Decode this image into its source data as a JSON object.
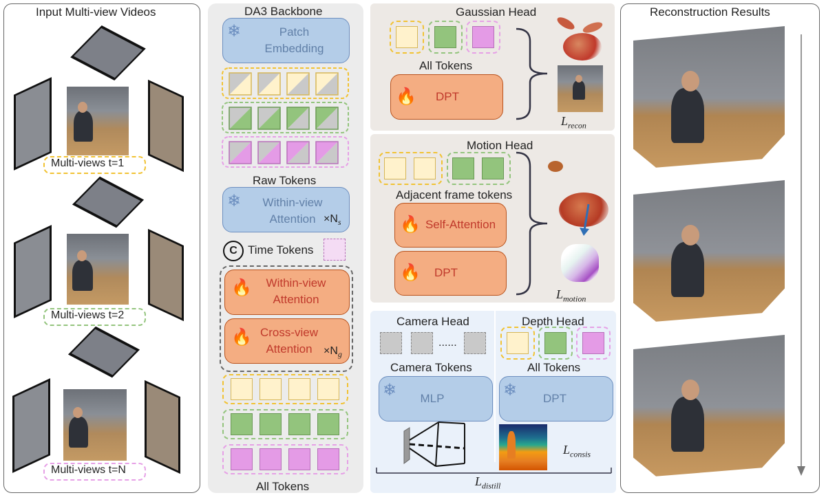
{
  "panels": {
    "input": {
      "title": "Input Multi-view Videos"
    },
    "backbone": {
      "title": "DA3 Backbone"
    },
    "results": {
      "title": "Reconstruction Results"
    }
  },
  "input_labels": [
    "Multi-views t=1",
    "Multi-views t=2",
    "Multi-views t=N"
  ],
  "backbone": {
    "patch_embedding": [
      "Patch",
      "Embedding"
    ],
    "raw_tokens": "Raw Tokens",
    "within_view_frozen": [
      "Within-view",
      "Attention"
    ],
    "ns_label": "×N",
    "ns_sub": "s",
    "concat_symbol": "C",
    "time_tokens": "Time Tokens",
    "within_view_train": [
      "Within-view",
      "Attention"
    ],
    "cross_view": [
      "Cross-view",
      "Attention"
    ],
    "ng_label": "×N",
    "ng_sub": "g",
    "all_tokens": "All Tokens"
  },
  "gaussian_head": {
    "title": "Gaussian Head",
    "all_tokens": "All Tokens",
    "dpt": "DPT",
    "loss": "L",
    "loss_sub": "recon"
  },
  "motion_head": {
    "title": "Motion Head",
    "adjacent": "Adjacent frame tokens",
    "self_attention": "Self-Attention",
    "dpt": "DPT",
    "loss": "L",
    "loss_sub": "motion"
  },
  "camera_head": {
    "title": "Camera Head",
    "dots": "......",
    "tokens": "Camera Tokens",
    "mlp": "MLP"
  },
  "depth_head": {
    "title": "Depth Head",
    "all_tokens": "All Tokens",
    "dpt": "DPT",
    "loss": "L",
    "loss_sub": "consis"
  },
  "distill": {
    "loss": "L",
    "loss_sub": "distill"
  },
  "icons": [
    "snowflake-icon",
    "fire-icon",
    "concat-icon",
    "camera-frustum-icon"
  ],
  "colors": {
    "frozen_blue": "#b4cde8",
    "trainable_orange": "#f4ad82",
    "token_yellow": "#fff2cc",
    "token_green": "#93c47d",
    "token_pink": "#e49be6"
  }
}
